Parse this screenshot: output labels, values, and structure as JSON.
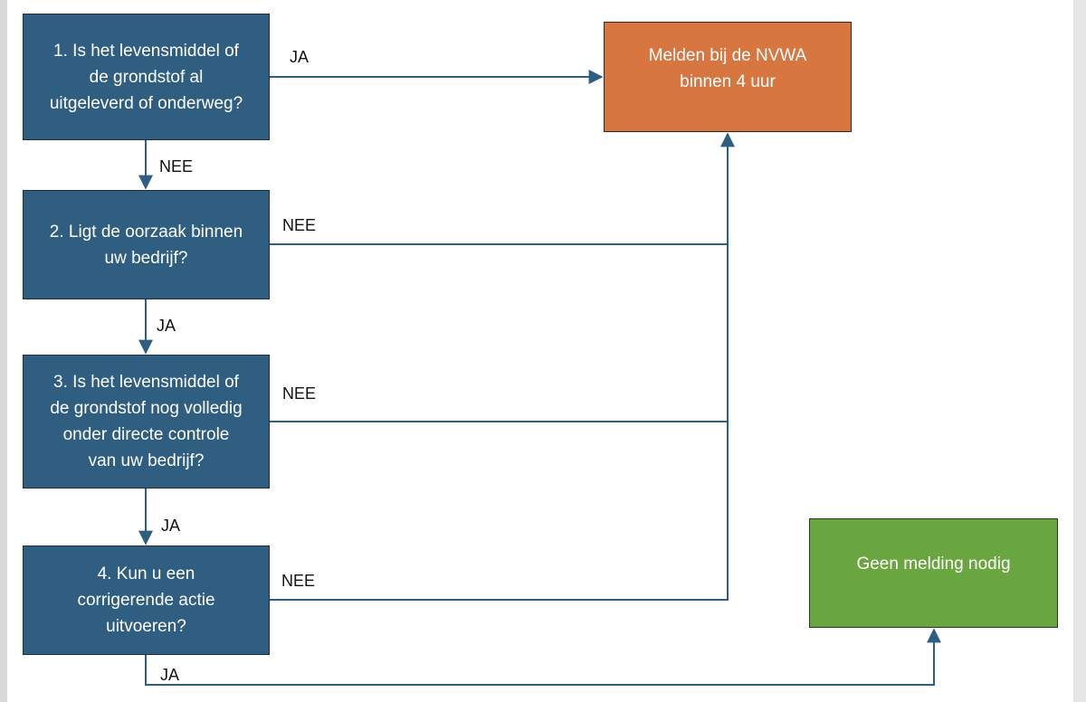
{
  "diagram": {
    "nodes": {
      "q1": {
        "text": "1. Is het levensmiddel  of\nde grondstof  al\nuitgeleverd of onderweg?"
      },
      "q2": {
        "text": "2. Ligt de oorzaak binnen\nuw bedrijf?"
      },
      "q3": {
        "text": "3. Is het levensmiddel of\nde grondstof nog volledig\nonder directe controle\nvan uw bedrijf?"
      },
      "q4": {
        "text": "4. Kun u een\ncorrigerende actie\nuitvoeren?"
      },
      "melden": {
        "text": "Melden bij  de NVWA\nbinnen 4 uur"
      },
      "geen": {
        "text": "Geen melding nodig"
      }
    },
    "edges": {
      "q1_to_melden": {
        "label": "JA"
      },
      "q1_to_q2": {
        "label": "NEE"
      },
      "q2_to_melden": {
        "label": "NEE"
      },
      "q2_to_q3": {
        "label": "JA"
      },
      "q3_to_melden": {
        "label": "NEE"
      },
      "q3_to_q4": {
        "label": "JA"
      },
      "q4_to_melden": {
        "label": "NEE"
      },
      "q4_to_geen": {
        "label": "JA"
      }
    },
    "colors": {
      "question_fill": "#2f5e80",
      "melden_fill": "#d87642",
      "geen_fill": "#6aa640",
      "connector": "#2f5e80"
    }
  }
}
